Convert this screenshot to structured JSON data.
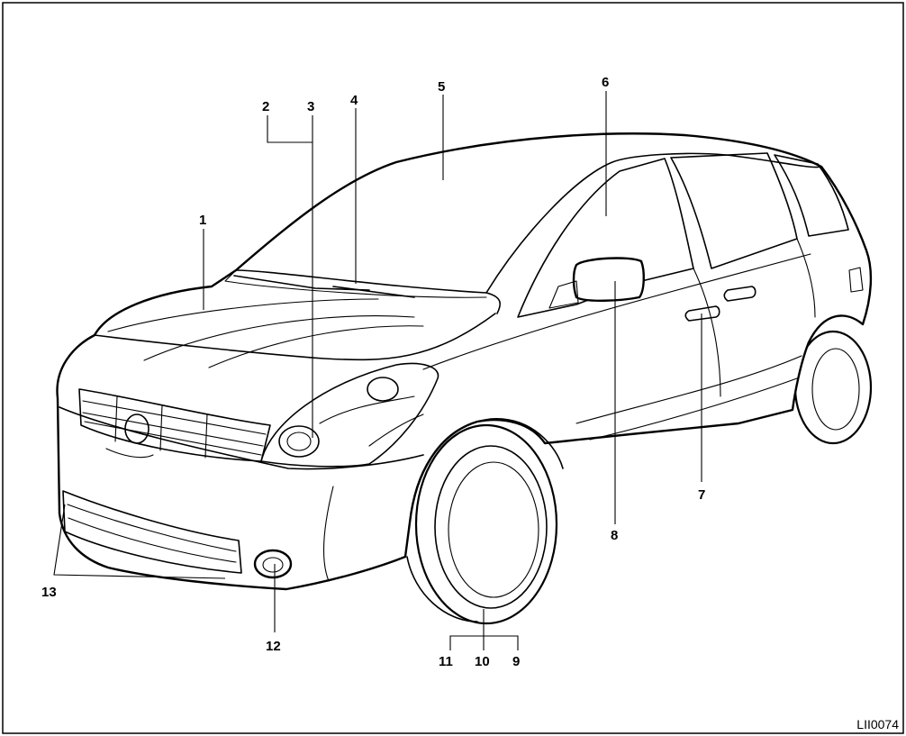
{
  "figure": {
    "code": "LII0074",
    "callouts": [
      "1",
      "2",
      "3",
      "4",
      "5",
      "6",
      "7",
      "8",
      "9",
      "10",
      "11",
      "12",
      "13"
    ]
  }
}
